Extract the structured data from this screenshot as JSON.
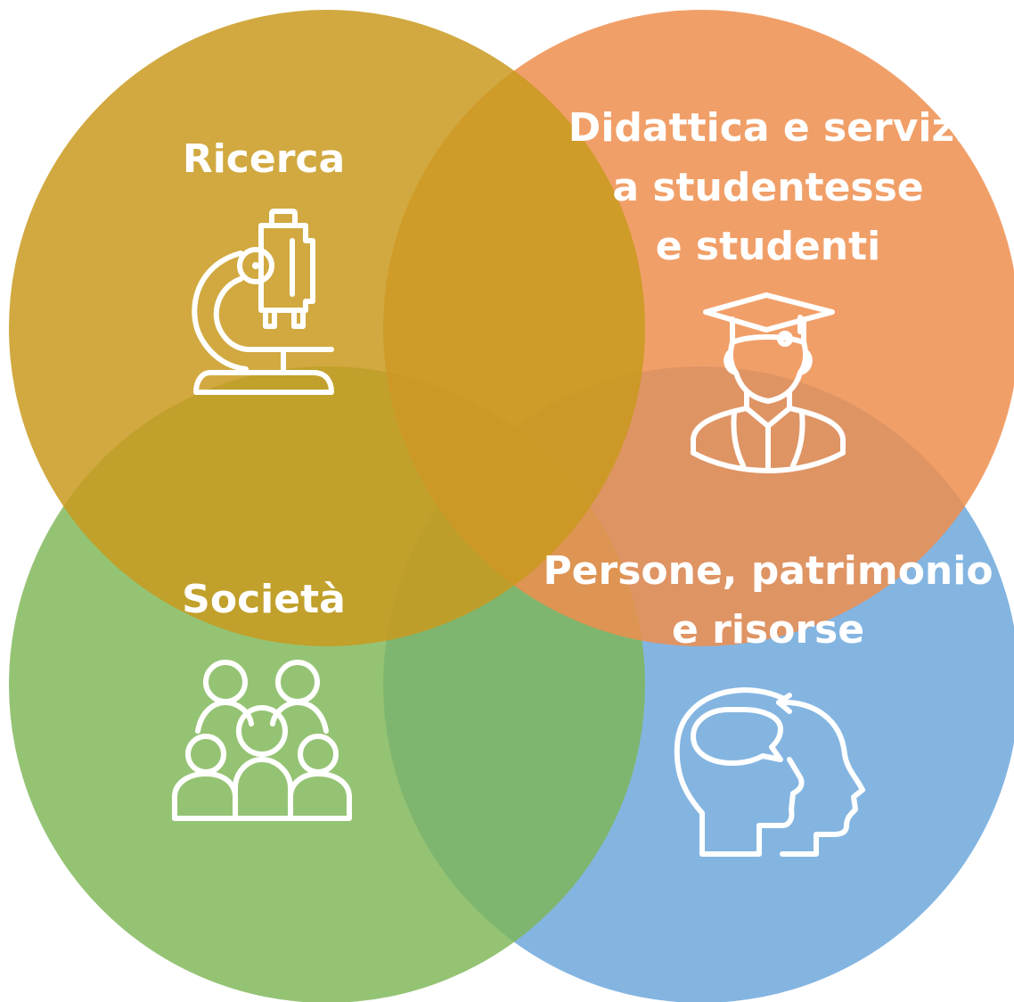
{
  "diagram": {
    "colors": {
      "ricerca": "#C99A1E",
      "didattica": "#EF8E4E",
      "societa": "#7EB656",
      "persone": "#6FA8DC",
      "text": "#FFFFFF"
    },
    "ricerca": {
      "label": "Ricerca",
      "icon": "microscope-icon"
    },
    "didattica": {
      "label_line1": "Didattica e servizi",
      "label_line2": "a studentesse",
      "label_line3": "e studenti",
      "icon": "graduate-icon"
    },
    "societa": {
      "label": "Società",
      "icon": "people-group-icon"
    },
    "persone": {
      "label_line1": "Persone, patrimonio",
      "label_line2": "e risorse",
      "icon": "mind-head-icon"
    }
  }
}
